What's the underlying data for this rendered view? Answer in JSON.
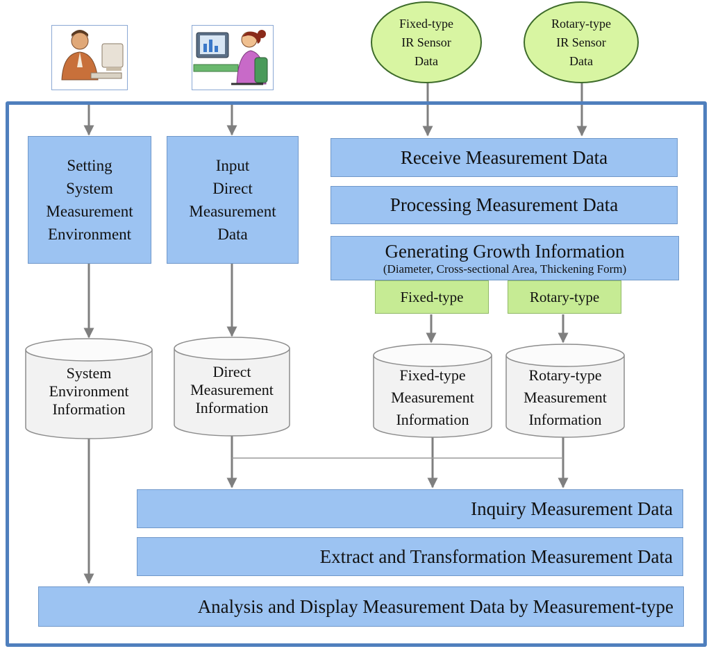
{
  "sources": {
    "fixed_sensor": [
      "Fixed-type",
      "IR Sensor",
      "Data"
    ],
    "rotary_sensor": [
      "Rotary-type",
      "IR Sensor",
      "Data"
    ]
  },
  "processes": {
    "setting": [
      "Setting",
      "System",
      "Measurement",
      "Environment"
    ],
    "input_direct": [
      "Input",
      "Direct",
      "Measurement",
      "Data"
    ],
    "receive": "Receive Measurement Data",
    "processing": "Processing Measurement Data",
    "generating": "Generating Growth Information",
    "generating_sub": "(Diameter, Cross-sectional Area, Thickening Form)",
    "fixed_type": "Fixed-type",
    "rotary_type": "Rotary-type",
    "inquiry": "Inquiry Measurement Data",
    "extract": "Extract and Transformation Measurement Data",
    "analysis": "Analysis and Display Measurement Data by Measurement-type"
  },
  "stores": {
    "system_env": [
      "System",
      "Environment",
      "Information"
    ],
    "direct": [
      "Direct",
      "Measurement",
      "Information"
    ],
    "fixed": [
      "Fixed-type",
      "Measurement",
      "Information"
    ],
    "rotary": [
      "Rotary-type",
      "Measurement",
      "Information"
    ]
  },
  "icons": {
    "admin": "administrator-at-computer-icon",
    "operator": "operator-at-computer-icon"
  },
  "colors": {
    "process_blue": "#9cc3f2",
    "frame_blue": "#4f7fbd",
    "green_box": "#c6eb94",
    "sensor_green": "#d8f5a2",
    "arrow_gray": "#7f7f7f"
  }
}
